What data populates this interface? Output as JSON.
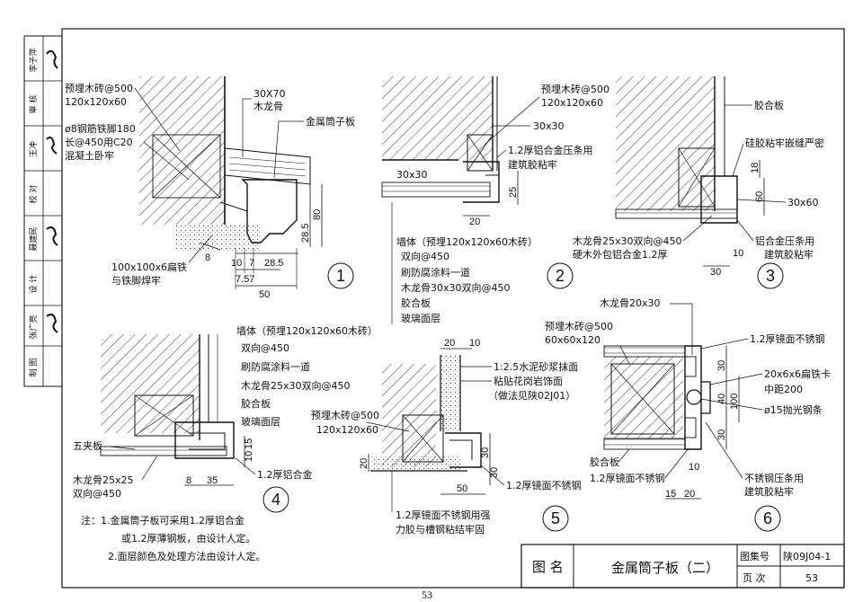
{
  "title_block": {
    "label": "图  名",
    "title": "金属筒子板（二）",
    "atlas_label": "图集号",
    "atlas_no": "陕09J04-1",
    "page_label": "页  次",
    "page_no": "53"
  },
  "footer_page": "53",
  "sidebar": [
    "李子萍",
    "审  核",
    "王冲",
    "校  对",
    "聂建民",
    "设  计",
    "张广亮",
    "制  图"
  ],
  "notes": [
    "注：1.金属筒子板可采用1.2厚铝合金",
    "或1.2厚薄钢板，由设计人定。",
    "2.面层颜色及处理方法由设计人定。"
  ],
  "d1": {
    "num": "1",
    "l1": "预埋木砖@500",
    "l2": "120x120x60",
    "l3": "ø8钢筋铁脚180",
    "l4": "长@450用C20",
    "l5": "混凝土卧牢",
    "l6": "30X70",
    "l7": "木龙骨",
    "l8": "金属筒子板",
    "l9": "100x100x6扁铁",
    "l10": "与铁脚焊牢",
    "dim": [
      "10",
      "7",
      "28.5",
      "7.57",
      "50",
      "28.5",
      "80",
      "8"
    ]
  },
  "d2": {
    "num": "2",
    "l1": "预埋木砖@500",
    "l2": "120x120x60",
    "l3": "30x30",
    "l4": "30x30",
    "l5": "1.2厚铝合金压条用",
    "l6": "建筑胶粘牢",
    "dim": [
      "25",
      "20"
    ],
    "layers": [
      "墙体（预埋120x120x60木砖）",
      "双向@450",
      "刷防腐涂料一道",
      "木龙骨30x30双向@450",
      "胶合板",
      "玻璃面层"
    ]
  },
  "d3": {
    "num": "3",
    "l1": "胶合板",
    "l2": "硅胶粘牢嵌缝严密",
    "l3": "30x60",
    "l4": "木龙骨25x30双向@450",
    "l5": "硬木外包铝合金1.2厚",
    "l6": "铝合金压条用",
    "l7": "建筑胶粘牢",
    "dim": [
      "18",
      "60",
      "10",
      "30"
    ]
  },
  "d4": {
    "num": "4",
    "layers": [
      "墙体（预埋120x120x60木砖）",
      "双向@450",
      "刷防腐涂料一道",
      "木龙骨25x30双向@450",
      "胶合板",
      "玻璃面层"
    ],
    "l1": "五夹板",
    "l2": "木龙骨25x25",
    "l3": "双向@450",
    "l4": "1.2厚铝合金",
    "dim": [
      "15",
      "10",
      "8",
      "35"
    ]
  },
  "d5": {
    "num": "5",
    "l1": "1:2.5水泥砂浆抹面",
    "l2": "粘贴花岗岩饰面",
    "l3": "（做法见陕02J01）",
    "l4": "预埋木砖@500",
    "l5": "120x120x60",
    "l6": "1.2厚镜面不锈钢",
    "l7": "1.2厚镜面不锈钢用强",
    "l8": "力胶与槽钢粘结牢固",
    "dim": [
      "20",
      "10",
      "20",
      "30",
      "30",
      "50"
    ]
  },
  "d6": {
    "num": "6",
    "l1": "木龙骨20x30",
    "l2": "预埋木砖@500",
    "l3": "60x60x120",
    "l4": "1.2厚镜面不锈钢",
    "l5": "20x6x6扁铁卡",
    "l6": "中距200",
    "l7": "ø15抛光钢条",
    "l8": "胶合板",
    "l9": "1.2厚镜面不锈钢",
    "l10": "不锈钢压条用",
    "l11": "建筑胶粘牢",
    "dim": [
      "30",
      "40",
      "100",
      "30",
      "10",
      "15",
      "20"
    ]
  }
}
